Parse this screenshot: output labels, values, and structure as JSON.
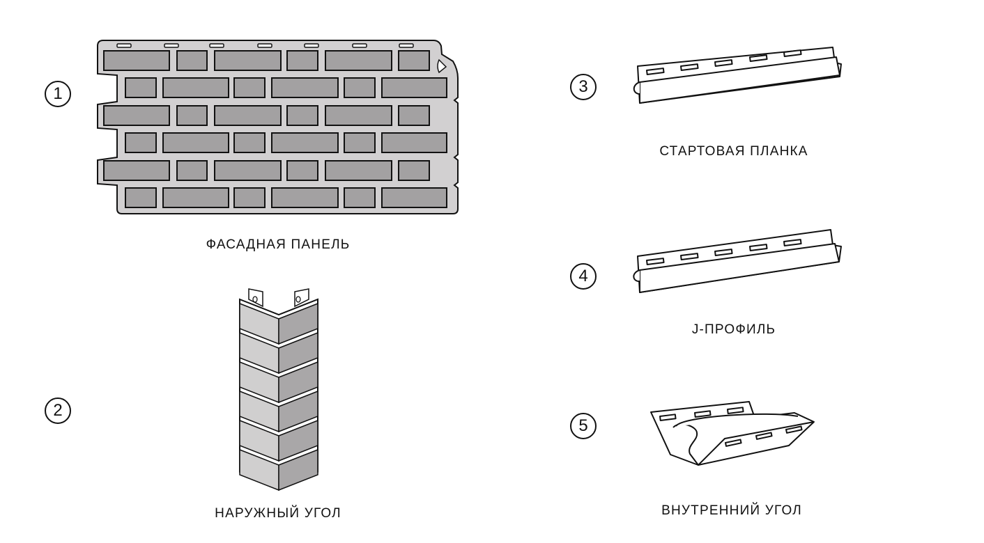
{
  "items": [
    {
      "number": "1",
      "label": "ФАСАДНАЯ ПАНЕЛЬ"
    },
    {
      "number": "2",
      "label": "НАРУЖНЫЙ УГОЛ"
    },
    {
      "number": "3",
      "label": "СТАРТОВАЯ ПЛАНКА"
    },
    {
      "number": "4",
      "label": "J-ПРОФИЛЬ"
    },
    {
      "number": "5",
      "label": "ВНУТРЕННИЙ УГОЛ"
    }
  ],
  "colors": {
    "panel": "#d2d0d1",
    "brick": "#a3a1a2",
    "corner_left": "#d0cfcf",
    "corner_right": "#a9a7a8",
    "outline": "#111111"
  }
}
